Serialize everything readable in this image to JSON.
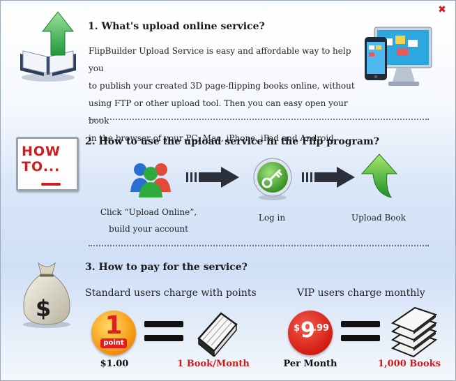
{
  "dialog": {
    "close_icon": "close-x-icon"
  },
  "section1": {
    "heading": "1. What's upload online service?",
    "lines": [
      "FlipBuilder Upload Service is easy and affordable way to help you",
      "to publish your created 3D page-flipping books online, without",
      "using FTP or other upload tool. Then you can easy open your book",
      "in the browser of your PC, Mac, iPhone, iPad and Android."
    ]
  },
  "section2": {
    "heading": "2. How to use the upload service in the Flip program?",
    "howto_sign": "HOW TO...",
    "steps": [
      {
        "line1": "Click “Upload Online”,",
        "line2": "build your account"
      },
      {
        "line1": "Log in"
      },
      {
        "line1": "Upload Book"
      }
    ]
  },
  "section3": {
    "heading": "3. How to pay for the service?",
    "standard_label": "Standard users charge with points",
    "vip_label": "VIP users charge monthly",
    "point_badge": {
      "number": "1",
      "word": "point"
    },
    "vip_badge": {
      "dollar": "$",
      "integer": "9",
      "cents": ".99"
    },
    "standard_price": "$1.00",
    "standard_quota": "1 Book/Month",
    "vip_price": "Per Month",
    "vip_quota": "1,000 Books"
  },
  "colors": {
    "accent_red": "#d11a1a",
    "arrow_green": "#2fa83a",
    "heading": "#1a1a1a"
  }
}
